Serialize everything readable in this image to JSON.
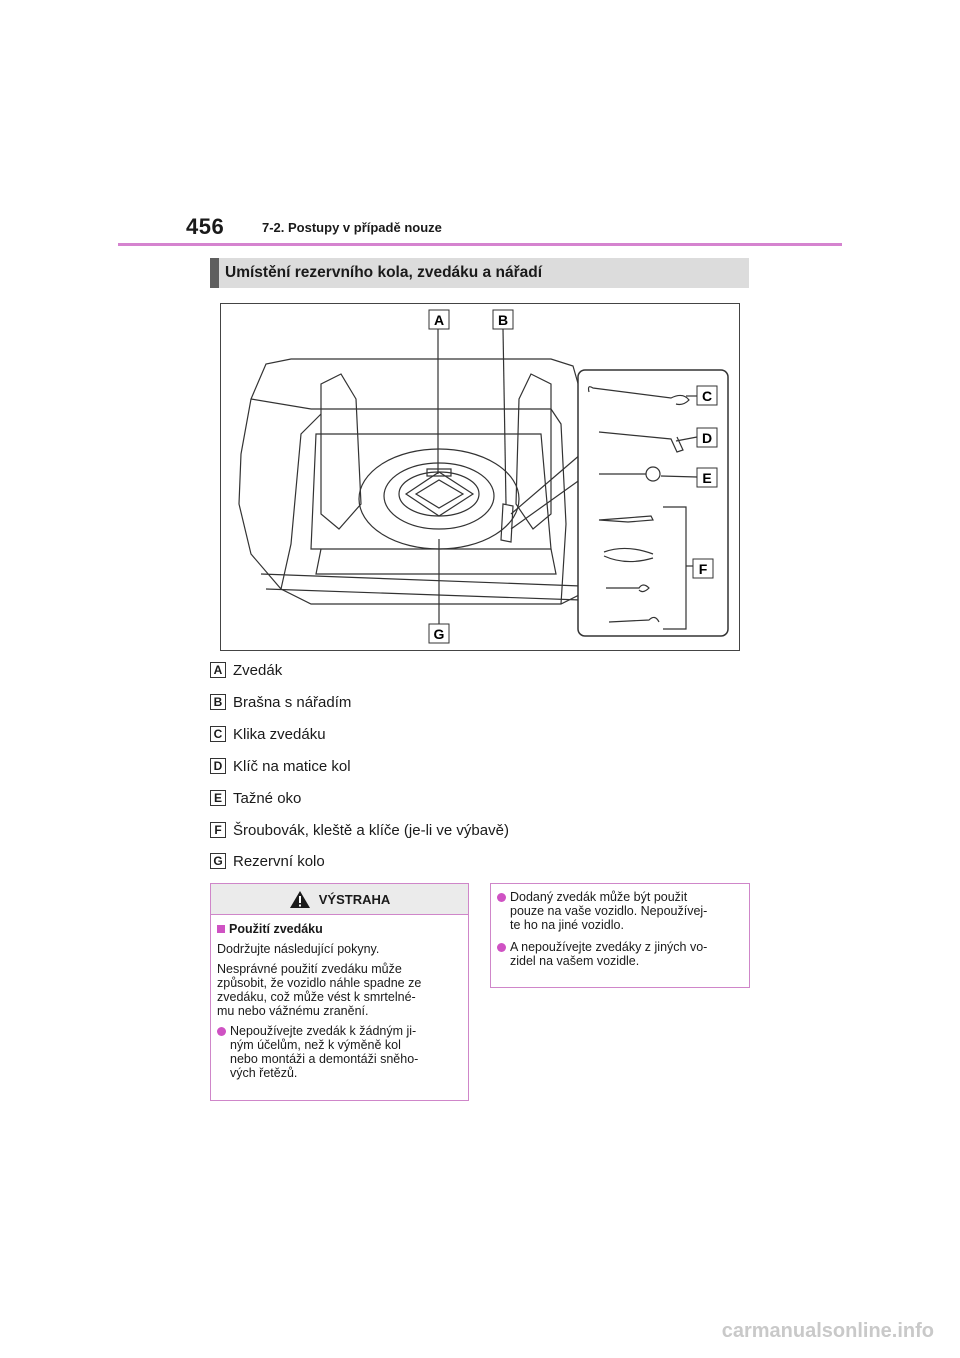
{
  "header": {
    "page_number": "456",
    "section": "7-2. Postupy v případě nouze"
  },
  "subsection_title": "Umístění rezervního kola, zvedáku a nářadí",
  "figure": {
    "callouts": [
      "A",
      "B",
      "C",
      "D",
      "E",
      "F",
      "G"
    ]
  },
  "legend": [
    {
      "letter": "A",
      "text": "Zvedák"
    },
    {
      "letter": "B",
      "text": "Brašna s nářadím"
    },
    {
      "letter": "C",
      "text": "Klika zvedáku"
    },
    {
      "letter": "D",
      "text": "Klíč na matice kol"
    },
    {
      "letter": "E",
      "text": "Tažné oko"
    },
    {
      "letter": "F",
      "text": "Šroubovák, kleště a klíče (je-li ve výbavě)"
    },
    {
      "letter": "G",
      "text": "Rezervní kolo"
    }
  ],
  "warning": {
    "title": "VÝSTRAHA",
    "subheading": "Použití zvedáku",
    "paragraph1": "Dodržujte následující pokyny.",
    "paragraph2_lines": [
      "Nesprávné použití zvedáku může",
      "způsobit, že vozidlo náhle spadne ze",
      "zvedáku, což může vést k smrtelné-",
      "mu nebo vážnému zranění."
    ],
    "bullet1_lines": [
      "Nepoužívejte zvedák k žádným ji-",
      "ným účelům, než k výměně kol",
      "nebo montáži a demontáži sněho-",
      "vých řetězů."
    ]
  },
  "continued": {
    "bullet1_lines": [
      "Dodaný zvedák může být použit",
      "pouze na vaše vozidlo. Nepoužívej-",
      "te ho na jiné vozidlo."
    ],
    "bullet2_lines": [
      "A nepoužívejte zvedáky z jiných vo-",
      "zidel na vašem vozidle."
    ]
  },
  "watermark": "carmanualsonline.info",
  "colors": {
    "accent": "#cf52c3",
    "rule": "#d583cf",
    "bar_bg": "#dcdcdc",
    "bar_edge": "#5e5e5e"
  }
}
